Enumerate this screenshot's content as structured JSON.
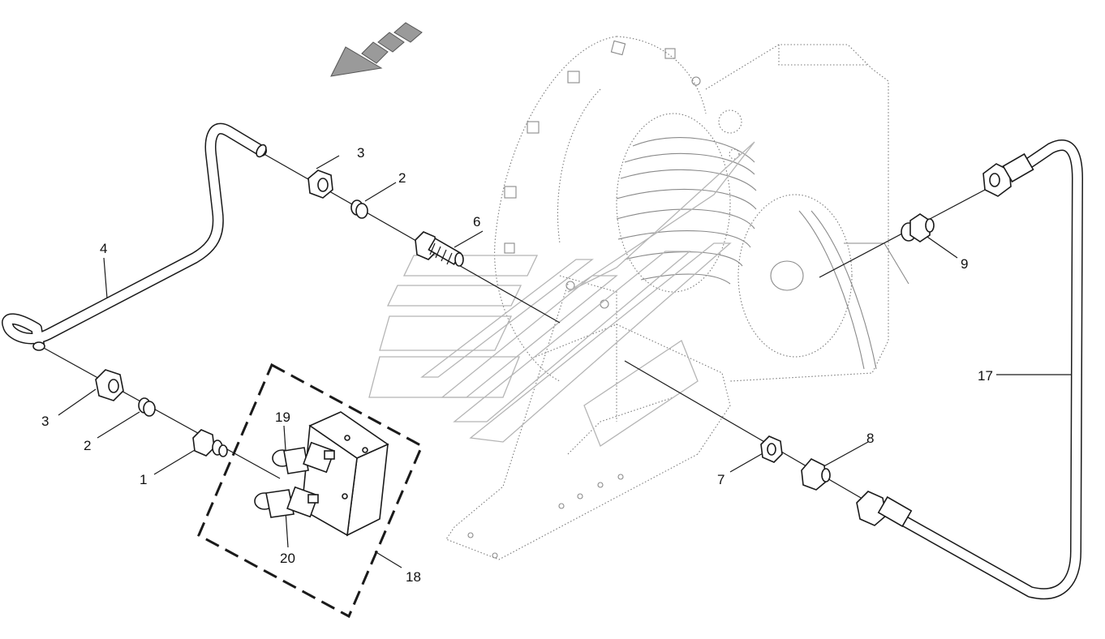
{
  "callouts": {
    "c1": "1",
    "c2a": "2",
    "c2b": "2",
    "c3a": "3",
    "c3b": "3",
    "c4": "4",
    "c6": "6",
    "c7": "7",
    "c8": "8",
    "c9": "9",
    "c17": "17",
    "c18": "18",
    "c19": "19",
    "c20": "20"
  },
  "icons": {
    "direction": "direction-arrow-icon"
  }
}
